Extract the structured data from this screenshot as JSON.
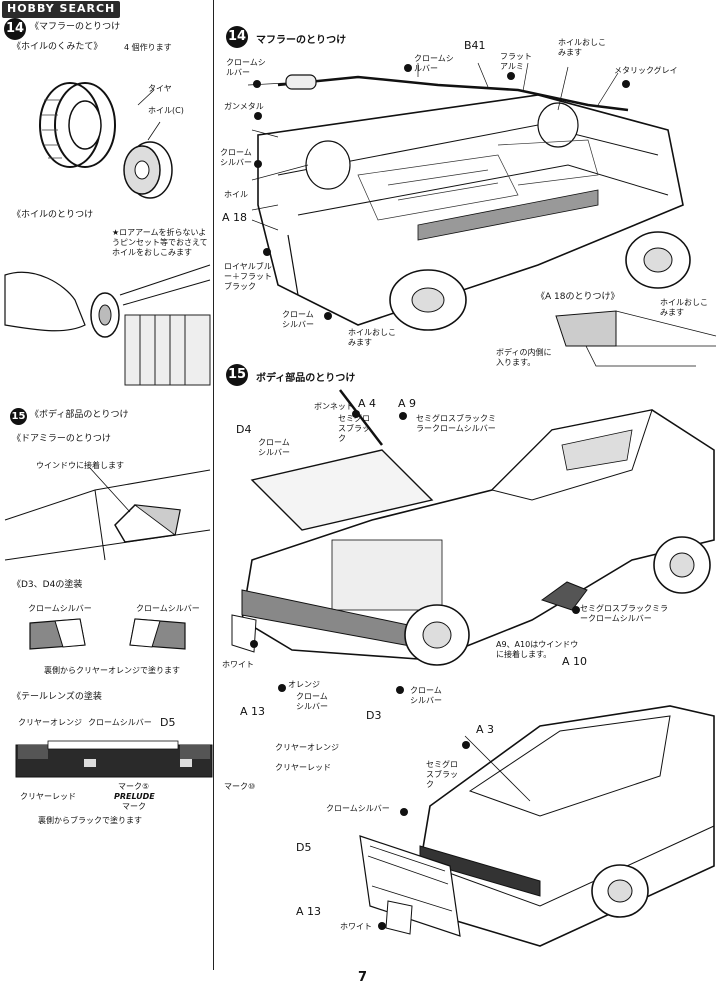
{
  "logo": {
    "text": "HOBBY SEARCH"
  },
  "page_number": "7",
  "left": {
    "step14": {
      "number": "14",
      "title": "《マフラーのとりつけ",
      "wheel_build": {
        "title": "《ホイルのくみたて》",
        "note": "4 個作ります",
        "tire": "タイヤ",
        "wheel": "ホイル(C)"
      },
      "wheel_attach": {
        "title": "《ホイルのとりつけ",
        "note": "★ロアアームを折らないようピンセット等でおさえてホイルをおしこみます"
      }
    },
    "step15": {
      "number": "15",
      "title": "《ボディ部品のとりつけ",
      "mirror": {
        "title": "《ドアミラーのとりつけ",
        "note": "ウインドウに接着します"
      },
      "d3d4": {
        "title": "《D3、D4の塗装",
        "chrome_left": "クロームシルバー",
        "chrome_right": "クロームシルバー",
        "back_note": "裏側からクリヤーオレンジで塗ります"
      },
      "tail": {
        "title": "《テールレンズの塗装",
        "clear_orange_top": "クリヤーオレンジ",
        "chrome_top": "クロームシルバー",
        "d5": "D5",
        "clear_orange_right": "クリヤーオレンジ",
        "clear_red_right": "クリヤーレッド",
        "clear_red_left": "クリヤーレッド",
        "mark5": "マーク⑤",
        "prelude": "PRELUDE",
        "mark": "マーク",
        "mark10": "マーク⑩",
        "back_black": "裏側からブラックで塗ります"
      }
    }
  },
  "right": {
    "step14": {
      "number": "14",
      "title": "マフラーのとりつけ",
      "labels": {
        "chrome_silver_1": "クロームシルバー",
        "chrome_silver_2": "クロームシルバー",
        "b41": "B41",
        "flat_alumi": "フラットアルミ",
        "wheel_push_top": "ホイルおしこみます",
        "metallic_grey": "メタリックグレイ",
        "gunmetal": "ガンメタル",
        "chrome_silver_3": "クロームシルバー",
        "wheel_left": "ホイル",
        "a18": "A 18",
        "royal_blue": "ロイヤルブルー＋フラットブラック",
        "chrome_silver_4": "クロームシルバー",
        "wheel_push_bottom": "ホイルおしこみます",
        "wheel_push_right": "ホイルおしこみます",
        "a18_attach": "《A 18のとりつけ》",
        "body_inside": "ボディの内側に入ります。"
      }
    },
    "step15": {
      "number": "15",
      "title": "ボディ部品のとりつけ",
      "labels": {
        "bonnet": "ボンネット",
        "semigloss_black": "セミグロスブラック",
        "a4": "A 4",
        "a9": "A 9",
        "semigloss_mirror": "セミグロスブラックミラークロームシルバー",
        "d4": "D4",
        "chrome_silver_d4": "クロームシルバー",
        "semigloss_mirror2": "セミグロスブラックミラークロームシルバー",
        "a9a10_note": "A9、A10はウインドウに接着します。",
        "a10": "A 10",
        "white": "ホワイト",
        "orange": "オレンジ",
        "chrome_silver_5": "クロームシルバー",
        "chrome_silver_6": "クロームシルバー",
        "a13": "A 13",
        "d3": "D3",
        "a3": "A 3",
        "semigloss_black2": "セミグロスブラック",
        "chrome_silver_7": "クロームシルバー",
        "d5": "D5",
        "a13b": "A 13",
        "white2": "ホワイト"
      }
    }
  }
}
